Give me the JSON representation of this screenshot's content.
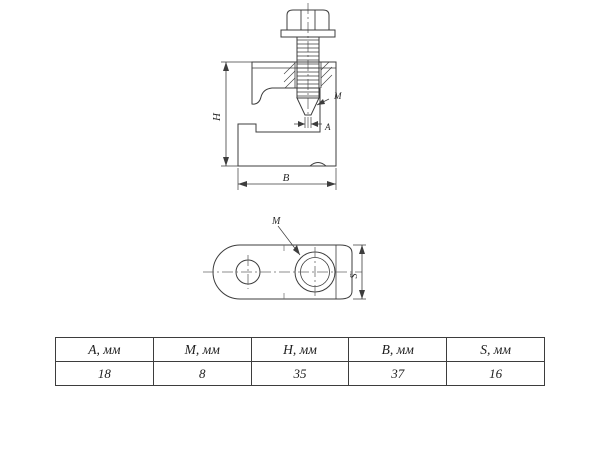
{
  "drawing": {
    "side_view": {
      "label_height": "H",
      "label_width": "B",
      "label_thread": "M",
      "label_tip": "A"
    },
    "top_view": {
      "label_thread": "M",
      "label_width": "S"
    }
  },
  "table": {
    "headers": [
      "A, мм",
      "M, мм",
      "H, мм",
      "B, мм",
      "S, мм"
    ],
    "values": [
      "18",
      "8",
      "35",
      "37",
      "16"
    ]
  }
}
